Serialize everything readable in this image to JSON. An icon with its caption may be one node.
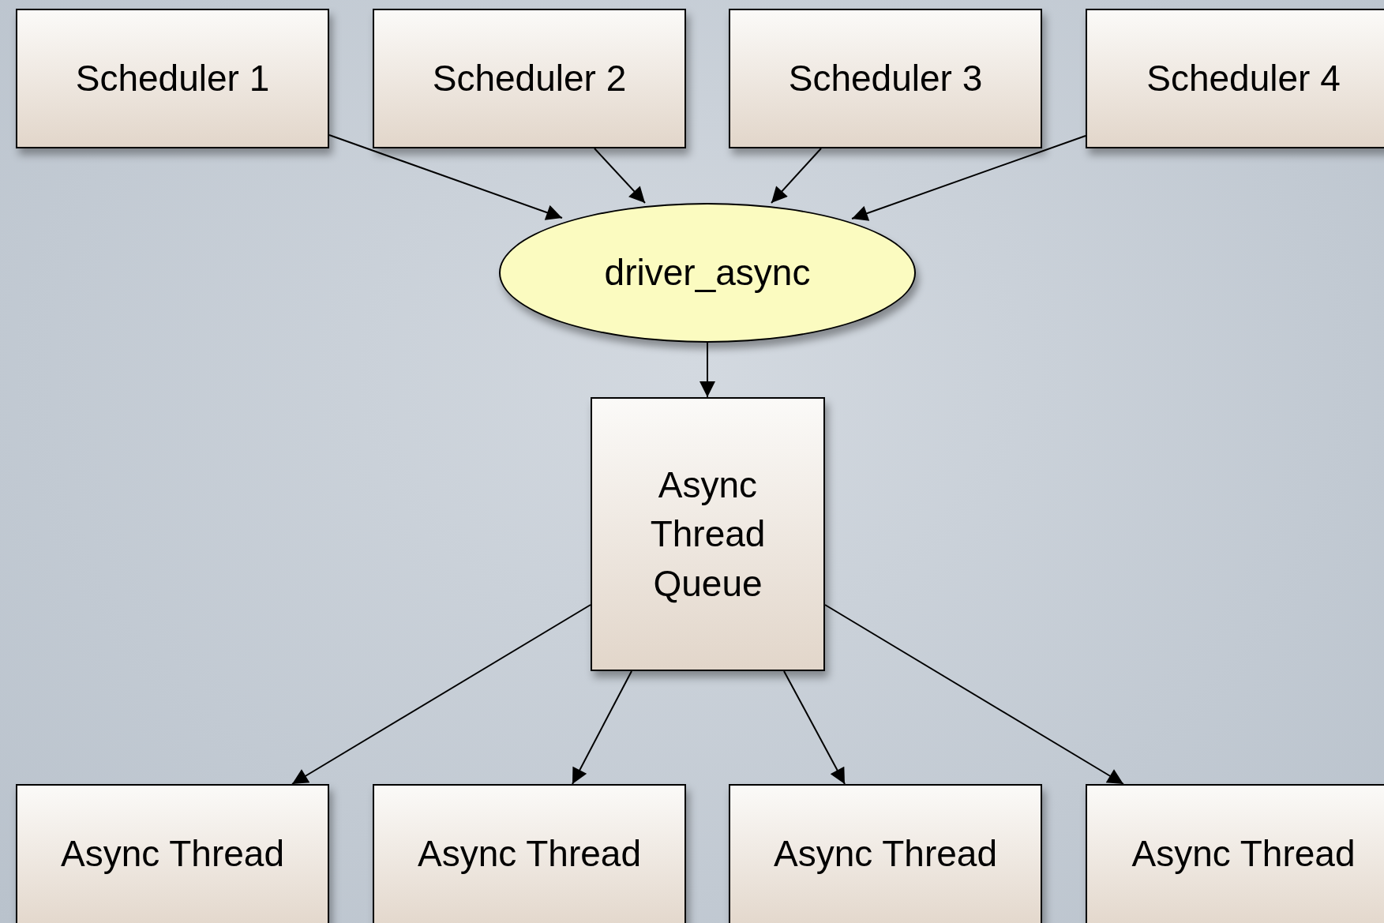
{
  "diagram": {
    "nodes": [
      {
        "text": [
          "Scheduler 1"
        ]
      },
      {
        "text": [
          "Scheduler 2"
        ]
      },
      {
        "text": [
          "Scheduler 3"
        ]
      },
      {
        "text": [
          "Scheduler 4"
        ]
      },
      {
        "text": [
          "driver_async"
        ]
      },
      {
        "text": [
          "Async Thread Queue"
        ]
      },
      {
        "text": [
          "Async Thread"
        ]
      },
      {
        "text": [
          "Async Thread"
        ]
      },
      {
        "text": [
          "Async Thread"
        ]
      },
      {
        "text": [
          "Async Thread"
        ]
      }
    ],
    "edges": [
      {
        "from": 0,
        "to": 4,
        "arrow": "to"
      },
      {
        "from": 1,
        "to": 4,
        "arrow": "to"
      },
      {
        "from": 2,
        "to": 4,
        "arrow": "to"
      },
      {
        "from": 3,
        "to": 4,
        "arrow": "to"
      },
      {
        "from": 4,
        "to": 5,
        "arrow": "to"
      },
      {
        "from": 5,
        "to": 6,
        "arrow": "to"
      },
      {
        "from": 5,
        "to": 7,
        "arrow": "to"
      },
      {
        "from": 5,
        "to": 8,
        "arrow": "to"
      },
      {
        "from": 5,
        "to": 9,
        "arrow": "to"
      }
    ]
  }
}
